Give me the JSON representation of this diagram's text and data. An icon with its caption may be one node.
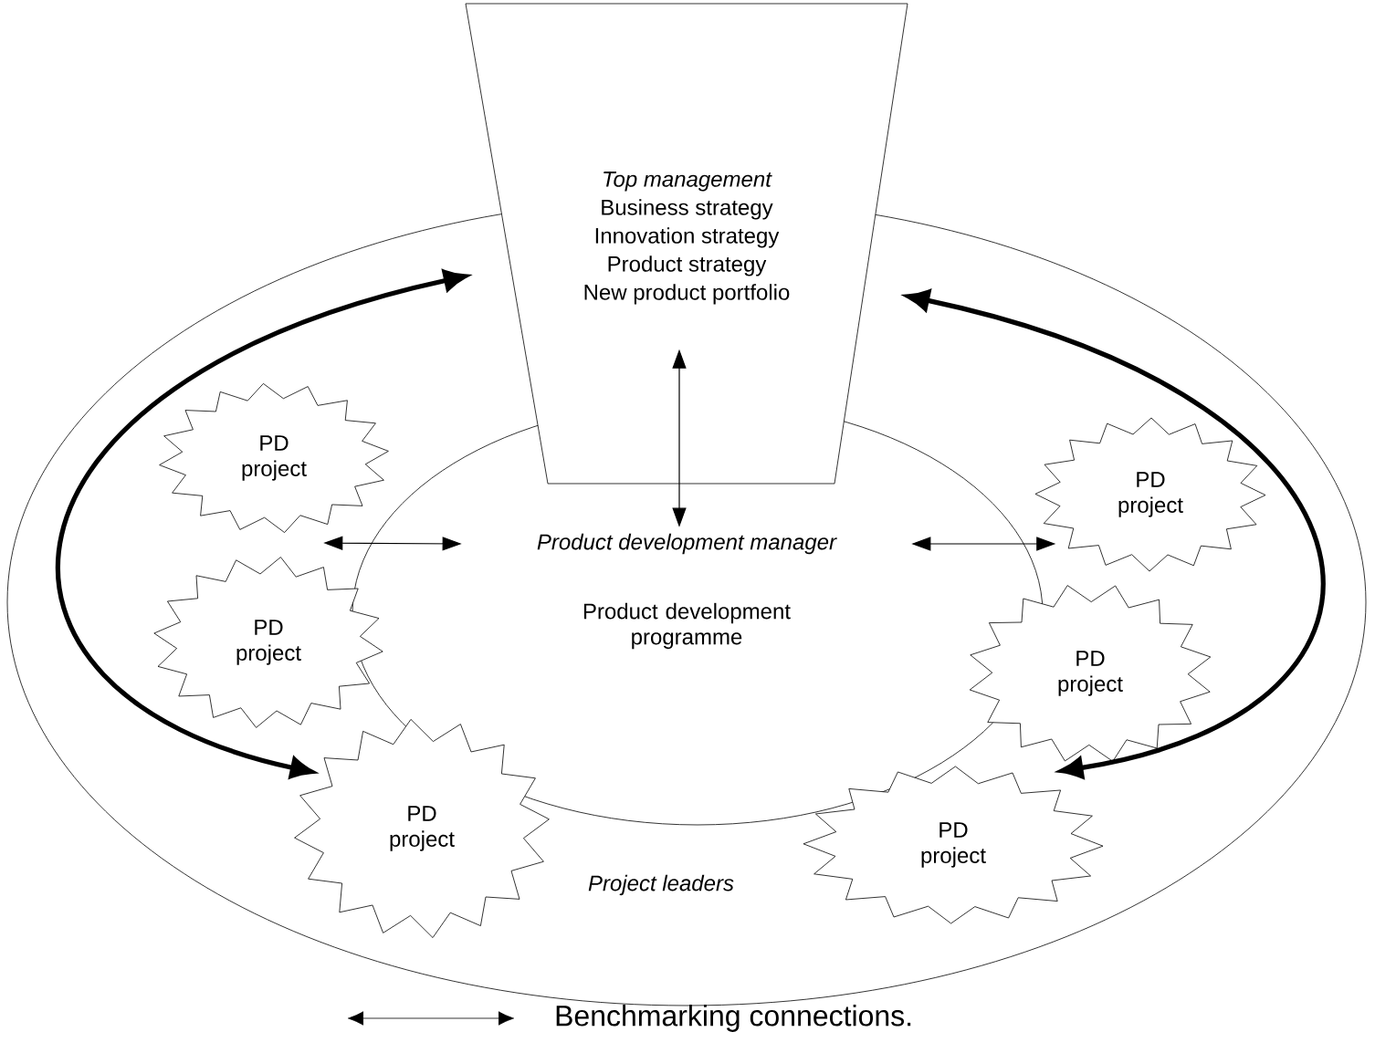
{
  "diagram": {
    "nodes": [
      {
        "text": [
          "Project leaders"
        ]
      },
      {
        "text": [
          "Top management",
          "Business strategy",
          "Innovation strategy",
          "Product strategy",
          "New product portfolio"
        ]
      },
      {
        "text": [
          "Product development manager",
          "Product development programme"
        ],
        "in": 0
      },
      {
        "text": [
          "PD project"
        ],
        "in": 0
      },
      {
        "text": [
          "PD project"
        ],
        "in": 0
      },
      {
        "text": [
          "PD project"
        ],
        "in": 0
      },
      {
        "text": [
          "PD project"
        ],
        "in": 0
      },
      {
        "text": [
          "PD project"
        ],
        "in": 0
      },
      {
        "text": [
          "PD project"
        ],
        "in": 0
      }
    ],
    "edges": [
      {
        "from": 1,
        "to": 2,
        "arrow": "both"
      },
      {
        "from": 2,
        "to": 3,
        "arrow": "both"
      },
      {
        "from": 2,
        "to": 4,
        "arrow": "both"
      },
      {
        "from": 7,
        "to": 1,
        "arrow": "both",
        "style": "thick"
      },
      {
        "from": 8,
        "to": 1,
        "arrow": "both",
        "style": "thick"
      }
    ],
    "legend": [
      {
        "text": "Benchmarking connections."
      }
    ]
  }
}
